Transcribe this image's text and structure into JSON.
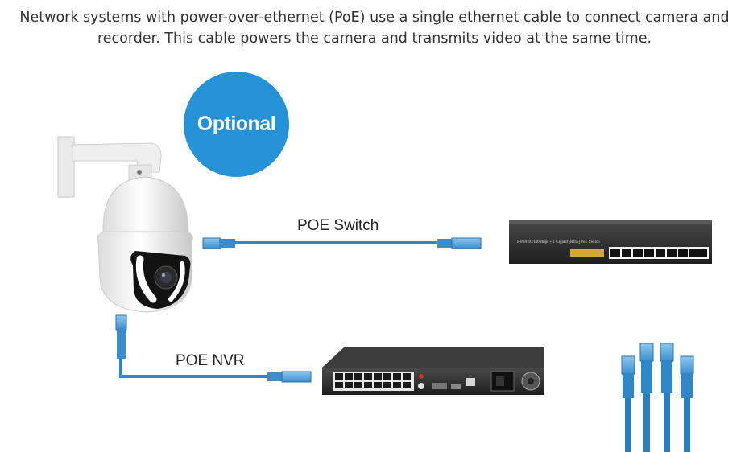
{
  "intro": {
    "line1": "Network systems with power-over-ethernet (PoE) use a single ethernet cable to connect camera and",
    "line2": "recorder. This cable powers the camera and transmits video at the same time."
  },
  "badge": {
    "label": "Optional",
    "color": "#2592d6"
  },
  "connections": {
    "switch_label": "POE Switch",
    "nvr_label": "POE NVR"
  },
  "devices": {
    "switch_caption": "8-Port 10/100Mbps + 1 Gigabit [RJ45] PoE Switch"
  },
  "colors": {
    "cable": "#2f86c9",
    "cable_dark": "#1d63a0",
    "device": "#2d2d2d"
  },
  "icons": [
    "ptz-camera-icon",
    "ethernet-cable-icon",
    "poe-switch-icon",
    "poe-nvr-icon",
    "rj45-connector-icon"
  ]
}
